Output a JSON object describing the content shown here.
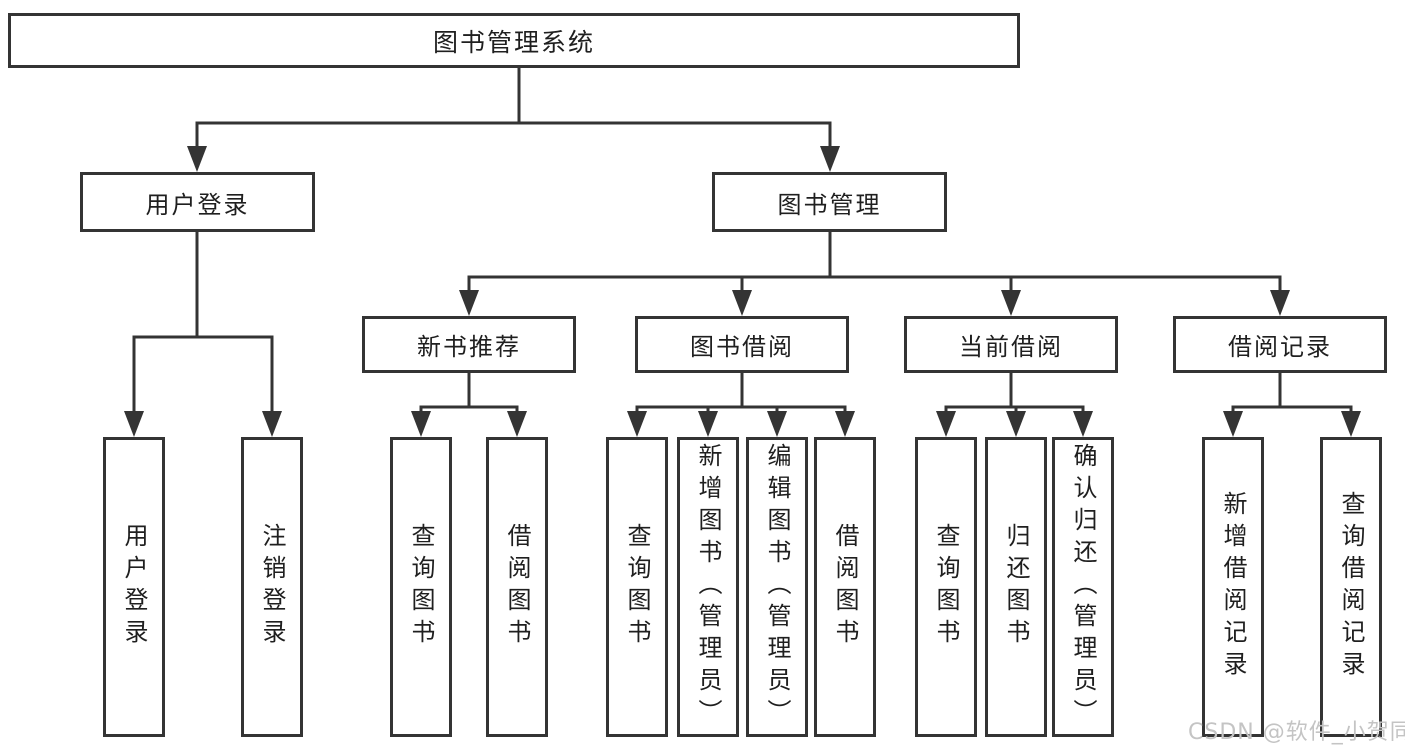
{
  "diagram": {
    "watermark": "CSDN @软件_小贺同学",
    "colors": {
      "line": "#343434",
      "text": "#1f1f1f",
      "watermark": "#c4c4c4",
      "background": "#ffffff"
    },
    "root": {
      "label": "图书管理系统"
    },
    "branches": [
      {
        "label": "用户登录",
        "children": [
          "用户登录",
          "注销登录"
        ]
      },
      {
        "label": "图书管理",
        "children": [
          {
            "label": "新书推荐",
            "children": [
              "查询图书",
              "借阅图书"
            ]
          },
          {
            "label": "图书借阅",
            "children": [
              "查询图书",
              "新增图书（管理员）",
              "编辑图书（管理员）",
              "借阅图书"
            ]
          },
          {
            "label": "当前借阅",
            "children": [
              "查询图书",
              "归还图书",
              "确认归还（管理员）"
            ]
          },
          {
            "label": "借阅记录",
            "children": [
              "新增借阅记录",
              "查询借阅记录"
            ]
          }
        ]
      }
    ]
  }
}
